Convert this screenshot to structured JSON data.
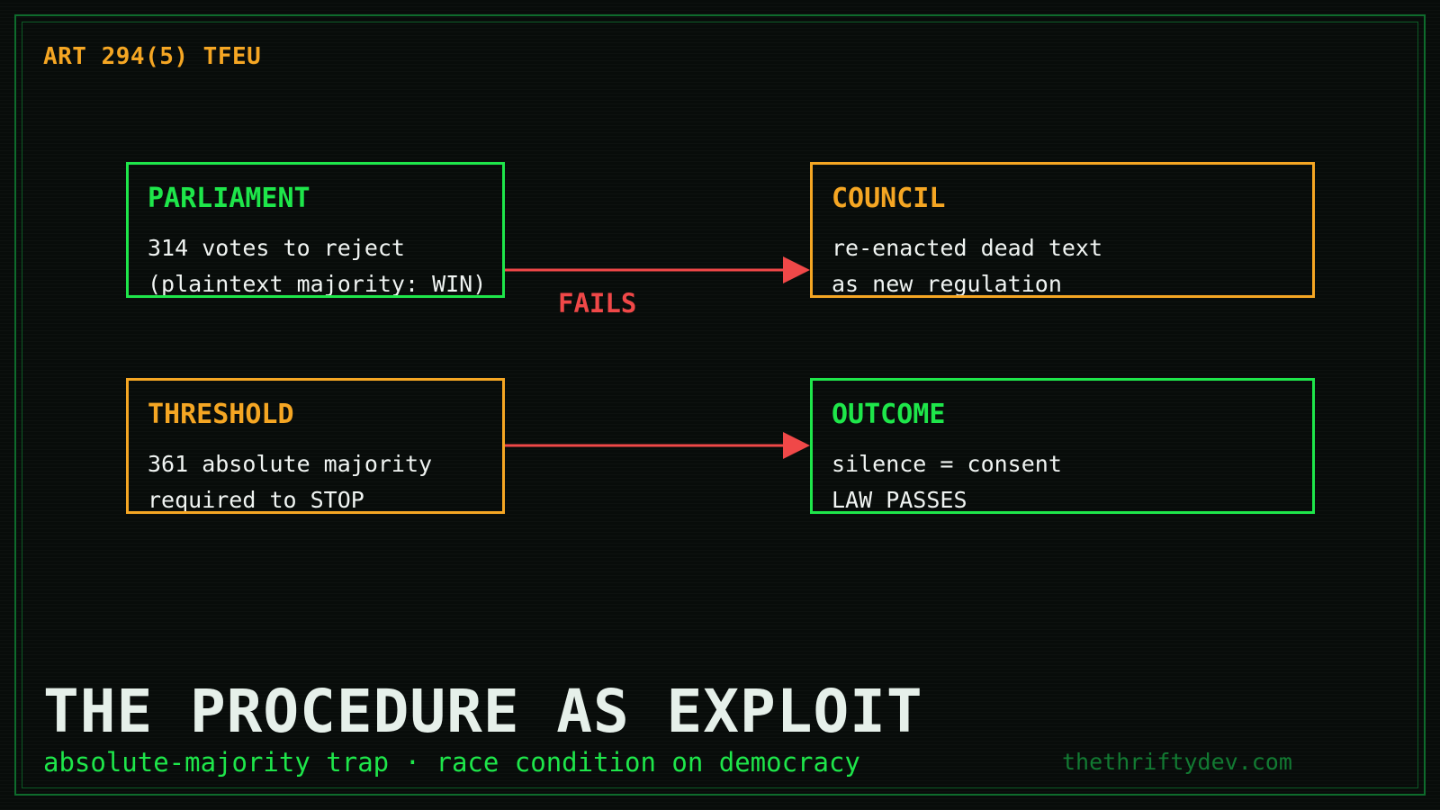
{
  "header": {
    "tag": "ART 294(5) TFEU"
  },
  "boxes": {
    "parliament": {
      "title": "PARLIAMENT",
      "line1": "314 votes to reject",
      "line2": "(plaintext majority: WIN)"
    },
    "council": {
      "title": "COUNCIL",
      "line1": "re-enacted dead text",
      "line2": "as new regulation"
    },
    "threshold": {
      "title": "THRESHOLD",
      "line1": "361 absolute majority",
      "line2": "required to STOP"
    },
    "outcome": {
      "title": "OUTCOME",
      "line1": "silence = consent",
      "line2": "LAW PASSES"
    }
  },
  "arrows": {
    "fails_label": "FAILS"
  },
  "footer": {
    "title": "THE PROCEDURE AS EXPLOIT",
    "subtitle": "absolute-majority trap · race condition on democracy",
    "site": "thethriftydev.com"
  },
  "colors": {
    "background": "#080c0a",
    "green": "#1ee64a",
    "amber": "#f5a623",
    "red": "#f04848",
    "text": "#f0f4f2",
    "frame": "#0e6b2c"
  }
}
